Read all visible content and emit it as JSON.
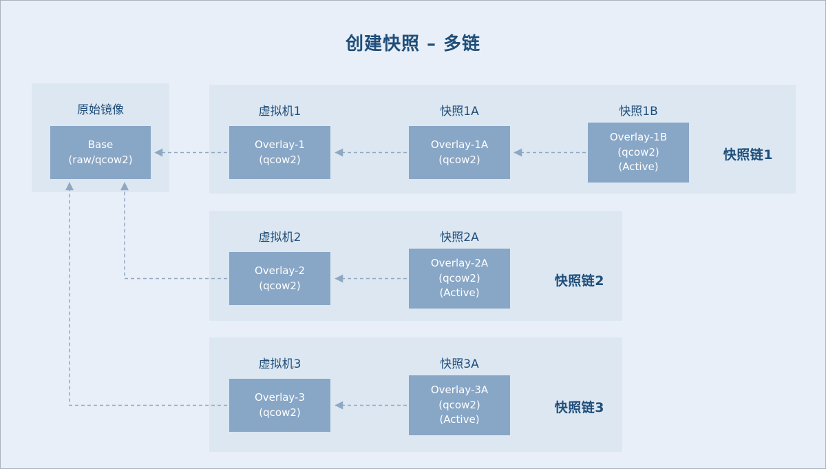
{
  "title": "创建快照 – 多链",
  "base": {
    "label": "原始镜像",
    "box": {
      "line1": "Base",
      "line2": "(raw/qcow2)"
    }
  },
  "chains": [
    {
      "label": "快照链1",
      "nodes": [
        {
          "title": "虚拟机1",
          "lines": [
            "Overlay-1",
            "(qcow2)"
          ]
        },
        {
          "title": "快照1A",
          "lines": [
            "Overlay-1A",
            "(qcow2)"
          ]
        },
        {
          "title": "快照1B",
          "lines": [
            "Overlay-1B",
            "(qcow2)",
            "(Active)"
          ]
        }
      ]
    },
    {
      "label": "快照链2",
      "nodes": [
        {
          "title": "虚拟机2",
          "lines": [
            "Overlay-2",
            "(qcow2)"
          ]
        },
        {
          "title": "快照2A",
          "lines": [
            "Overlay-2A",
            "(qcow2)",
            "(Active)"
          ]
        }
      ]
    },
    {
      "label": "快照链3",
      "nodes": [
        {
          "title": "虚拟机3",
          "lines": [
            "Overlay-3",
            "(qcow2)"
          ]
        },
        {
          "title": "快照3A",
          "lines": [
            "Overlay-3A",
            "(qcow2)",
            "(Active)"
          ]
        }
      ]
    }
  ],
  "colors": {
    "canvas_bg": "#e9eff8",
    "panel_bg": "#dce7f2",
    "box_fill": "#88a6c6",
    "box_text": "#ffffff",
    "heading": "#1f4e79",
    "arrow": "#8fa8c2",
    "canvas_border": "#a9b2bd"
  }
}
